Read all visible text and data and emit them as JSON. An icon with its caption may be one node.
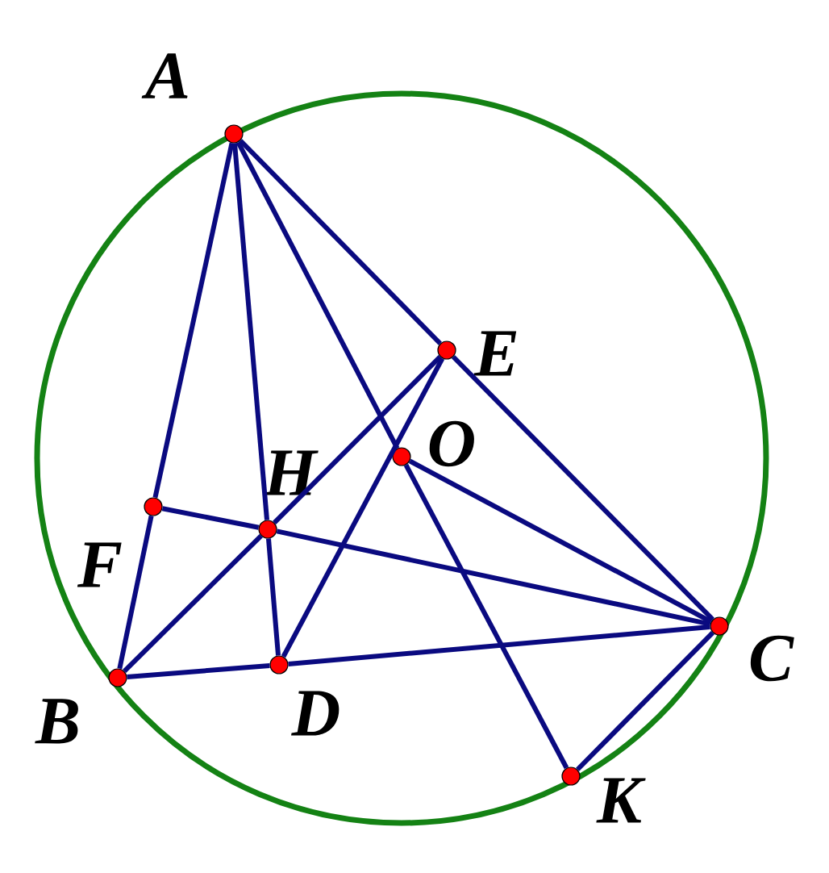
{
  "diagram": {
    "nodes": [
      {
        "text": [
          "A"
        ]
      },
      {
        "text": [
          "B"
        ]
      },
      {
        "text": [
          "C"
        ]
      },
      {
        "text": [
          "D"
        ]
      },
      {
        "text": [
          "E"
        ]
      },
      {
        "text": [
          "F"
        ]
      },
      {
        "text": [
          "H"
        ]
      },
      {
        "text": [
          "O"
        ]
      },
      {
        "text": [
          "K"
        ]
      }
    ],
    "edges": [
      {
        "from": 0,
        "to": 5,
        "arrow": "none"
      },
      {
        "from": 5,
        "to": 1,
        "arrow": "none"
      },
      {
        "from": 1,
        "to": 3,
        "arrow": "none"
      },
      {
        "from": 3,
        "to": 2,
        "arrow": "none"
      },
      {
        "from": 0,
        "to": 4,
        "arrow": "none"
      },
      {
        "from": 4,
        "to": 2,
        "arrow": "none"
      },
      {
        "from": 0,
        "to": 6,
        "arrow": "none"
      },
      {
        "from": 6,
        "to": 3,
        "arrow": "none"
      },
      {
        "from": 1,
        "to": 6,
        "arrow": "none"
      },
      {
        "from": 6,
        "to": 4,
        "arrow": "none"
      },
      {
        "from": 5,
        "to": 6,
        "arrow": "none"
      },
      {
        "from": 6,
        "to": 2,
        "arrow": "none"
      },
      {
        "from": 0,
        "to": 7,
        "arrow": "none"
      },
      {
        "from": 7,
        "to": 8,
        "arrow": "none"
      },
      {
        "from": 7,
        "to": 2,
        "arrow": "none"
      },
      {
        "from": 2,
        "to": 8,
        "arrow": "none"
      },
      {
        "from": 3,
        "to": 4,
        "arrow": "none"
      }
    ]
  }
}
